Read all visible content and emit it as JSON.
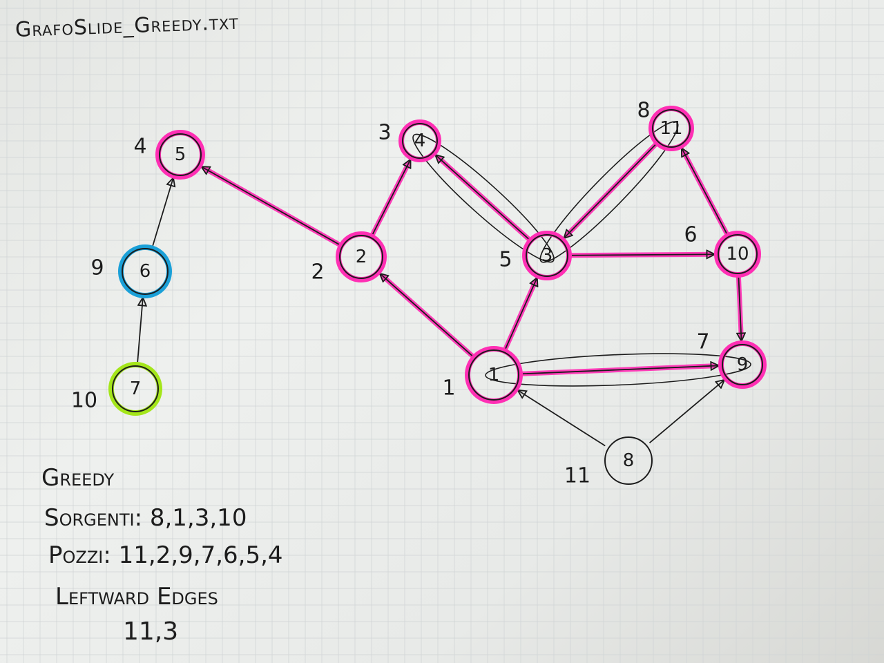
{
  "title": "GrafoSlide_Greedy.txt",
  "colors": {
    "highlight": "#ff2fb4",
    "ink": "#1c1c1c",
    "blue": "#1aa0d8",
    "green": "#a4e61a"
  },
  "nodes": [
    {
      "id": "1",
      "label": "1",
      "order": "1",
      "ring": "pink"
    },
    {
      "id": "2",
      "label": "2",
      "order": "2",
      "ring": "pink"
    },
    {
      "id": "3",
      "label": "3",
      "order": "5",
      "ring": "pink"
    },
    {
      "id": "4",
      "label": "4",
      "order": "3",
      "ring": "pink"
    },
    {
      "id": "5",
      "label": "5",
      "order": "4",
      "ring": "pink"
    },
    {
      "id": "6",
      "label": "6",
      "order": "9",
      "ring": "blue"
    },
    {
      "id": "7",
      "label": "7",
      "order": "10",
      "ring": "green"
    },
    {
      "id": "8",
      "label": "8",
      "order": "11",
      "ring": "none"
    },
    {
      "id": "9",
      "label": "9",
      "order": "7",
      "ring": "pink"
    },
    {
      "id": "10",
      "label": "10",
      "order": "6",
      "ring": "pink"
    },
    {
      "id": "11",
      "label": "11",
      "order": "8",
      "ring": "pink"
    }
  ],
  "edges": [
    {
      "from": "2",
      "to": "5",
      "highlighted": true
    },
    {
      "from": "6",
      "to": "5",
      "highlighted": false
    },
    {
      "from": "7",
      "to": "6",
      "highlighted": false
    },
    {
      "from": "2",
      "to": "4",
      "highlighted": true
    },
    {
      "from": "3",
      "to": "4",
      "highlighted": true
    },
    {
      "from": "11",
      "to": "3",
      "highlighted": true
    },
    {
      "from": "3",
      "to": "10",
      "highlighted": true
    },
    {
      "from": "10",
      "to": "11",
      "highlighted": true
    },
    {
      "from": "10",
      "to": "9",
      "highlighted": true
    },
    {
      "from": "1",
      "to": "2",
      "highlighted": true
    },
    {
      "from": "1",
      "to": "3",
      "highlighted": true
    },
    {
      "from": "1",
      "to": "9",
      "highlighted": true
    },
    {
      "from": "8",
      "to": "1",
      "highlighted": false
    },
    {
      "from": "8",
      "to": "9",
      "highlighted": false
    }
  ],
  "encircled_edges": [
    {
      "from": "3",
      "to": "4"
    },
    {
      "from": "11",
      "to": "3"
    },
    {
      "from": "1",
      "to": "9"
    }
  ],
  "notes": {
    "heading": "Greedy",
    "sources": "Sorgenti: 8,1,3,10",
    "sinks": "Pozzi: 11,2,9,7,6,5,4",
    "leftward_heading": "Leftward Edges",
    "leftward_values": "11,3"
  }
}
